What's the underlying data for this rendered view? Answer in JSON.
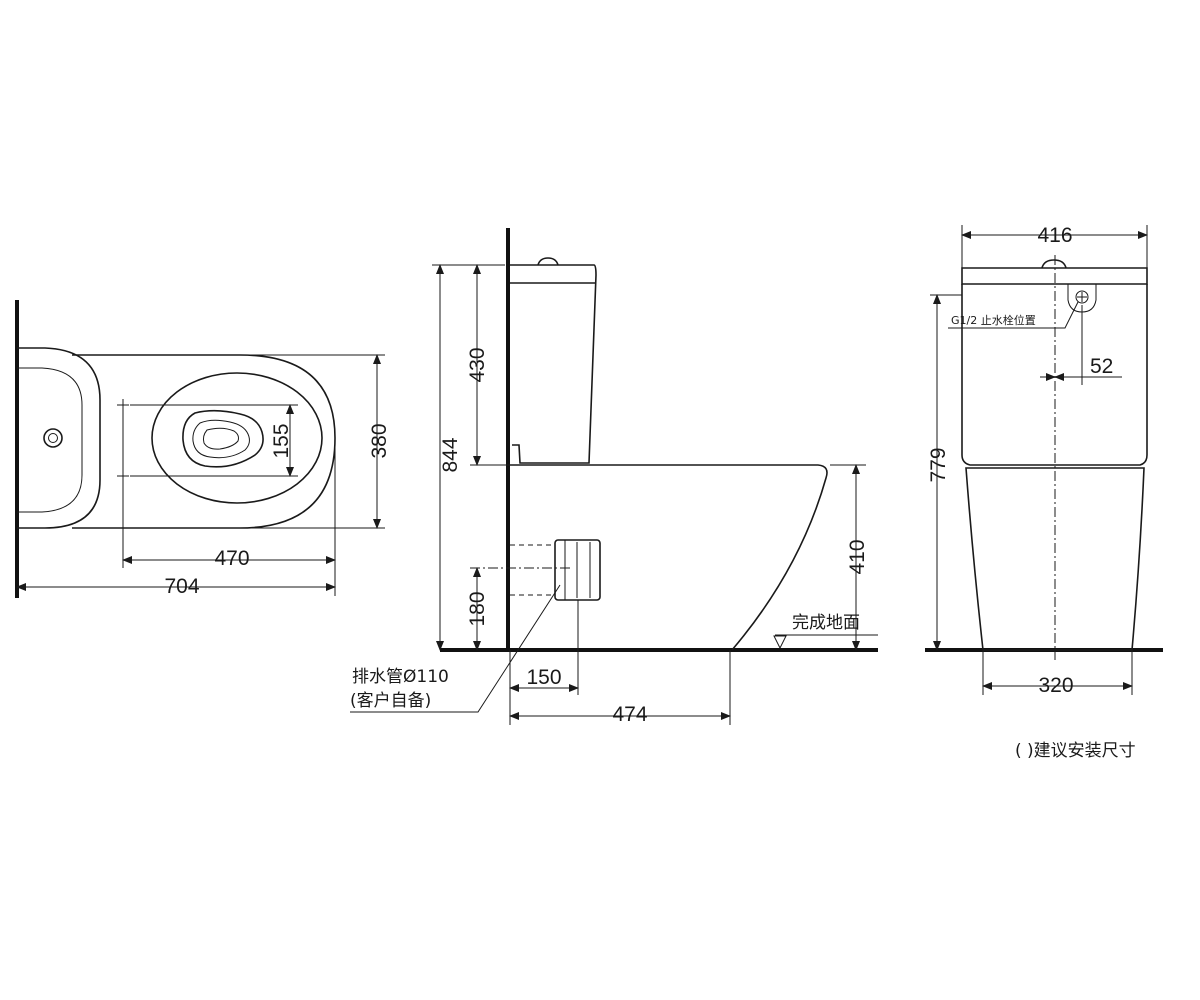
{
  "top_view": {
    "dim_width_total": "704",
    "dim_hole_spacing": "470",
    "dim_depth": "380",
    "dim_outlet": "155"
  },
  "side_view": {
    "dim_total_height": "844",
    "dim_tank_height": "430",
    "dim_seat_height": "410",
    "dim_drain_height": "180",
    "dim_drain_offset": "150",
    "dim_depth_to_floor_edge": "474",
    "floor_label": "完成地面",
    "drain_label_line1": "排水管Ø110",
    "drain_label_line2": "(客户自备)"
  },
  "front_view": {
    "dim_top_width": "416",
    "dim_height": "779",
    "dim_base_width": "320",
    "dim_valve_offset": "52",
    "valve_label": "G1/2 止水栓位置"
  },
  "note": "( )建议安装尺寸"
}
